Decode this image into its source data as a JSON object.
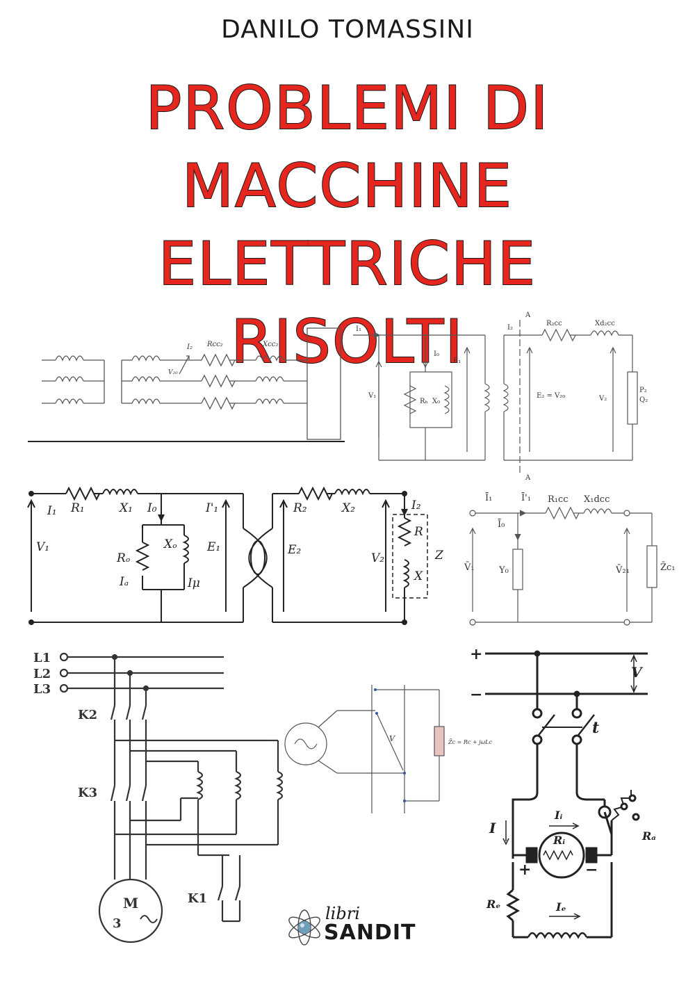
{
  "cover": {
    "author": "Danilo Tomassini",
    "title_lines": [
      "Problemi di",
      "macchine elettriche",
      "risolti"
    ]
  },
  "publisher": {
    "line1": "libri",
    "line2": "SANDIT"
  },
  "diagram_labels": {
    "d2": {
      "i1": "I₁",
      "i0": "I₀",
      "e1": "E₁",
      "v1": "V₁",
      "rh": "Rₕ",
      "x0": "X₀",
      "a_top": "A",
      "a_bot": "A",
      "i2": "I₂",
      "r2cc": "R₂cc",
      "xd2cc": "Xd₂cc",
      "e2v20": "E₂ = V₂₀",
      "v2": "V₂",
      "p2": "P₂",
      "q2": "Q₂"
    },
    "d3": {
      "i1": "I₁",
      "r1": "R₁",
      "x1": "X₁",
      "i0": "I₀",
      "i1p": "I'₁",
      "v1": "V₁",
      "ro": "Rₒ",
      "xo": "Xₒ",
      "e1": "E₁",
      "ia": "Iₐ",
      "imu": "Iμ",
      "r2": "R₂",
      "x2": "X₂",
      "i2": "I₂",
      "e2": "E₂",
      "v2": "V₂",
      "r": "R",
      "x": "X",
      "z": "Z"
    },
    "d4": {
      "i1": "Ī₁",
      "i1p": "Ī'₁",
      "r1cc": "R₁cc",
      "x1dcc": "X₁dcc",
      "i0": "Ī₀",
      "v1": "V̄₁",
      "y0": "Y₀",
      "v21": "V̄₂₁",
      "zc1": "Z̄c₁"
    },
    "d5": {
      "l1": "L1",
      "l2": "L2",
      "l3": "L3",
      "k2": "K2",
      "k3": "K3",
      "k1": "K1",
      "m": "M",
      "three": "3"
    },
    "d6": {
      "v": "V",
      "zc": "Z̄c = Rc + jωLc"
    },
    "d1": {
      "i2": "I₂",
      "v20": "V₂₀",
      "rcc2": "Rcc₂",
      "xcc2": "Xcc₂"
    },
    "d7": {
      "plus": "+",
      "minus": "−",
      "v": "V",
      "t": "t",
      "i": "I",
      "ii": "Iᵢ",
      "ri": "Rᵢ",
      "ra": "Rₐ",
      "re": "Rₑ",
      "ie": "Iₑ",
      "plus2": "+",
      "minus2": "−"
    }
  }
}
